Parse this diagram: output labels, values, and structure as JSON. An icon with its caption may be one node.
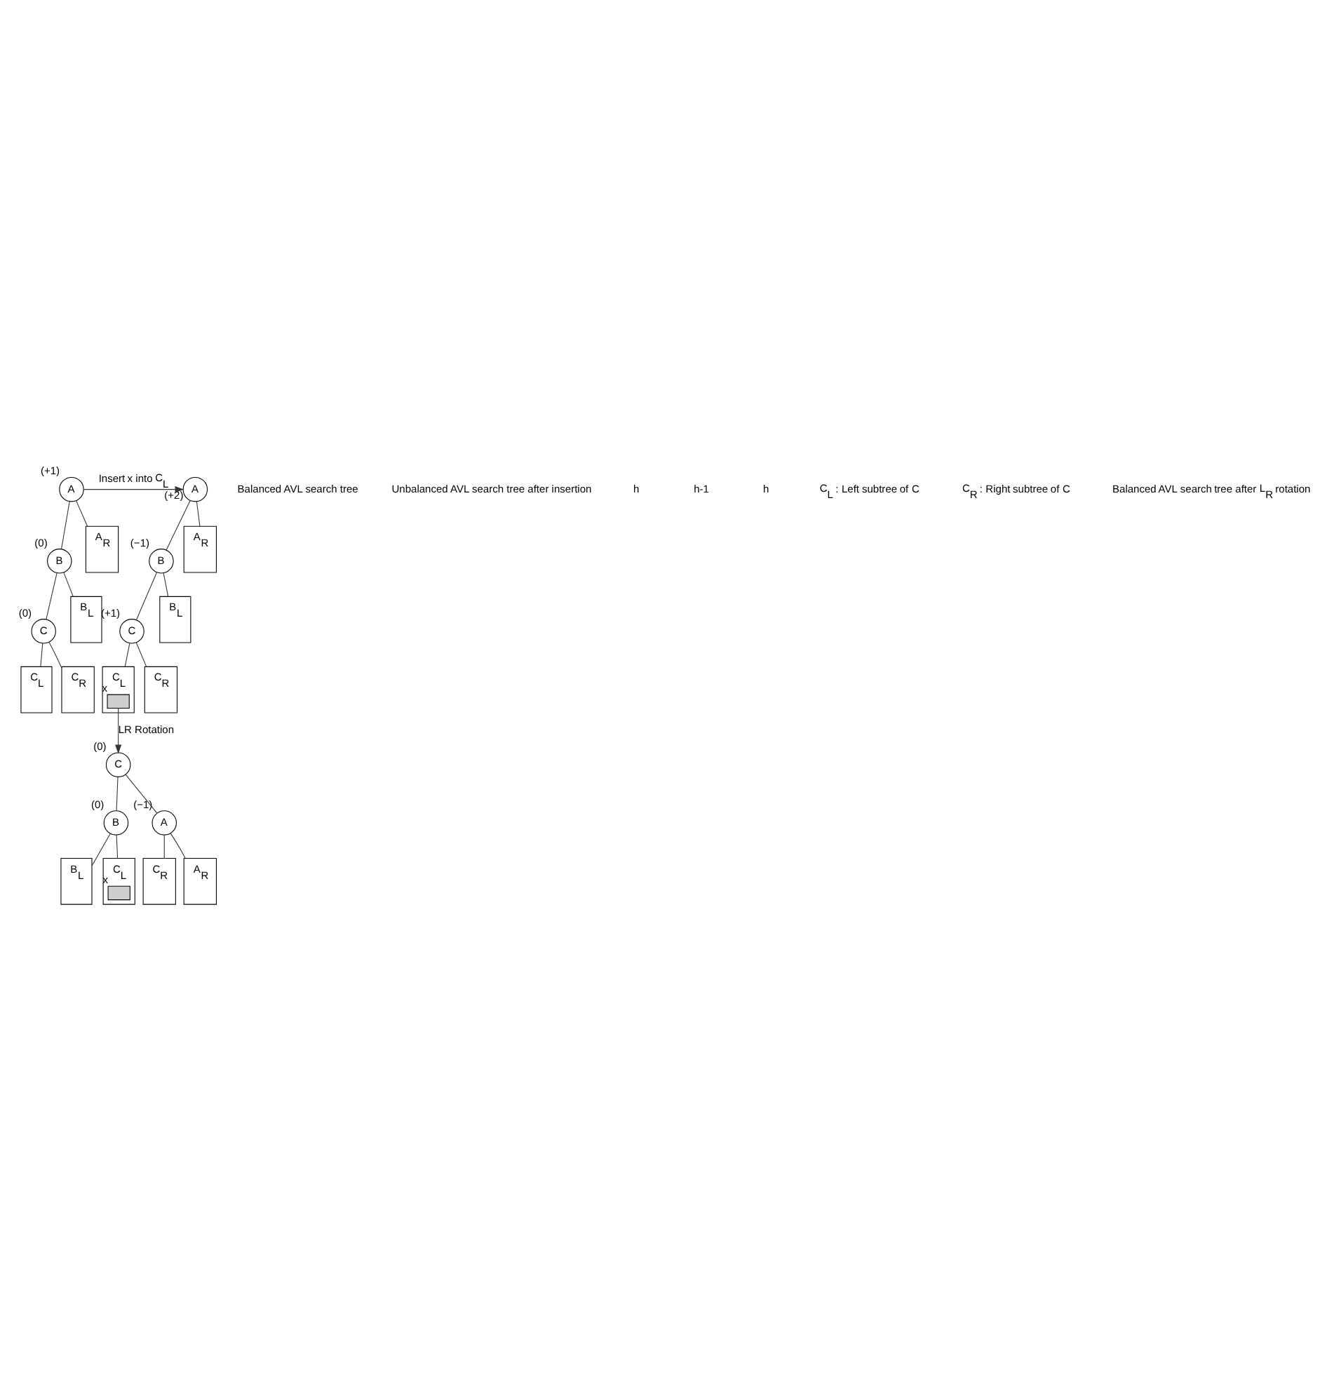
{
  "diagram": {
    "nodes": [
      {
        "text": [
          "A"
        ],
        "beside": [
          "(+1)"
        ]
      },
      {
        "text": [
          "B"
        ],
        "beside": [
          "(0)"
        ]
      },
      {
        "text": [
          "C"
        ],
        "beside": [
          "(0)"
        ]
      },
      {
        "text": [
          "B$_{L}$"
        ]
      },
      {
        "text": [
          "C$_{L}$"
        ]
      },
      {
        "text": [
          "C$_{R}$"
        ]
      },
      {
        "text": [
          "A$_{R}$"
        ]
      },
      {
        "text": [
          "A"
        ],
        "beside": [
          "(+2)"
        ]
      },
      {
        "text": [
          "B"
        ],
        "beside": [
          "(−1)"
        ]
      },
      {
        "text": [
          "C"
        ],
        "beside": [
          "(+1)"
        ]
      },
      {
        "text": [
          "B$_{L}$"
        ]
      },
      {
        "text": [
          "C$_{L}$"
        ]
      },
      {
        "text": [],
        "shape": "box",
        "in": 11,
        "beside": [
          "x"
        ]
      },
      {
        "text": [
          "C$_{R}$"
        ]
      },
      {
        "text": [
          "A$_{R}$"
        ]
      },
      {
        "text": [
          "C"
        ],
        "beside": [
          "(0)"
        ]
      },
      {
        "text": [
          "B"
        ],
        "beside": [
          "(0)"
        ]
      },
      {
        "text": [
          "A"
        ],
        "beside": [
          "(−1)"
        ]
      },
      {
        "text": [
          "B$_{L}$"
        ]
      },
      {
        "text": [
          "C$_{L}$"
        ]
      },
      {
        "text": [],
        "shape": "box",
        "in": 19,
        "beside": [
          "x"
        ]
      },
      {
        "text": [
          "C$_{R}$"
        ]
      },
      {
        "text": [
          "A$_{R}$"
        ]
      }
    ],
    "edges": [
      {
        "from": 0,
        "to": 1,
        "arrow": "none"
      },
      {
        "from": 0,
        "to": 6,
        "arrow": "none"
      },
      {
        "from": 1,
        "to": 3,
        "arrow": "none"
      },
      {
        "from": 1,
        "to": 2,
        "arrow": "none"
      },
      {
        "from": 2,
        "to": 4,
        "arrow": "none"
      },
      {
        "from": 2,
        "to": 5,
        "arrow": "none"
      },
      {
        "from": 0,
        "to": 7,
        "arrow": "to",
        "label": "Insert x into C$_{L}$"
      },
      {
        "from": 7,
        "to": 8,
        "arrow": "none"
      },
      {
        "from": 7,
        "to": 14,
        "arrow": "none"
      },
      {
        "from": 8,
        "to": 10,
        "arrow": "none"
      },
      {
        "from": 8,
        "to": 9,
        "arrow": "none"
      },
      {
        "from": 9,
        "to": 11,
        "arrow": "none"
      },
      {
        "from": 9,
        "to": 13,
        "arrow": "none"
      },
      {
        "from": 12,
        "to": 15,
        "arrow": "to",
        "label": "LR Rotation"
      },
      {
        "from": 15,
        "to": 16,
        "arrow": "none"
      },
      {
        "from": 15,
        "to": 17,
        "arrow": "none"
      },
      {
        "from": 16,
        "to": 18,
        "arrow": "none"
      },
      {
        "from": 16,
        "to": 19,
        "arrow": "none"
      },
      {
        "from": 17,
        "to": 21,
        "arrow": "none"
      },
      {
        "from": 17,
        "to": 22,
        "arrow": "none"
      }
    ],
    "labels": [
      "Balanced AVL search tree",
      "Unbalanced AVL search tree after insertion",
      "h",
      "h-1",
      "h",
      "C$_{L}$ : Left subtree of C",
      "C$_{R}$ : Right subtree of C",
      "Balanced AVL search tree after L$_{R}$ rotation"
    ]
  }
}
